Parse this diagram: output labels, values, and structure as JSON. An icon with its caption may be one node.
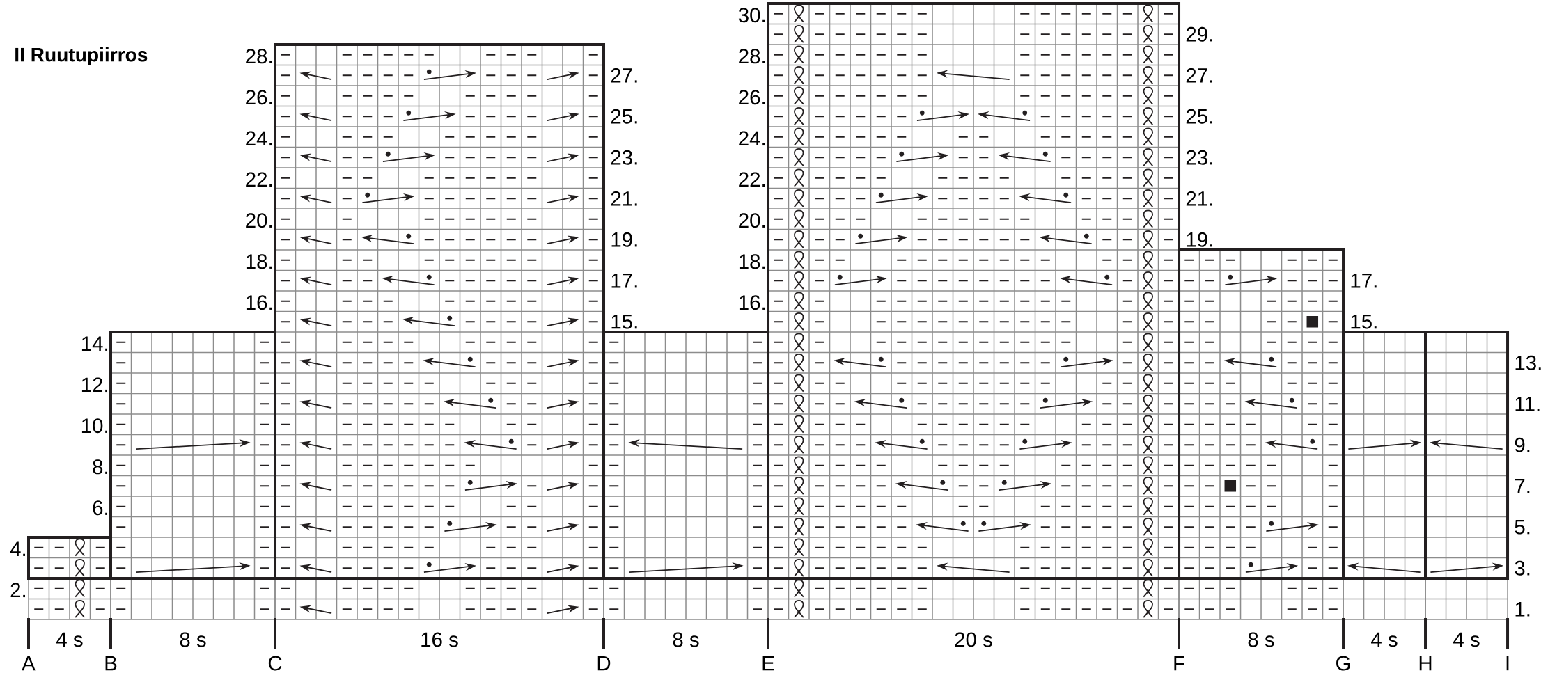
{
  "diagram": {
    "title": "II Ruutupiirros",
    "labels": [
      "2.",
      "4.",
      "6.",
      "8.",
      "10.",
      "12.",
      "14.",
      "16.",
      "18.",
      "20.",
      "22.",
      "24.",
      "26.",
      "28.",
      "16.",
      "18.",
      "20.",
      "22.",
      "24.",
      "26.",
      "28.",
      "30.",
      "1.",
      "3.",
      "5.",
      "7.",
      "9.",
      "11.",
      "13.",
      "15.",
      "17.",
      "19.",
      "21.",
      "23.",
      "25.",
      "27.",
      "19.",
      "21.",
      "23.",
      "25.",
      "27.",
      "29.",
      "15.",
      "17.",
      "4 s",
      "8 s",
      "16 s",
      "8 s",
      "20 s",
      "8 s",
      "4 s",
      "4 s",
      "A",
      "B",
      "C",
      "D",
      "E",
      "F",
      "G",
      "H",
      "I"
    ]
  }
}
